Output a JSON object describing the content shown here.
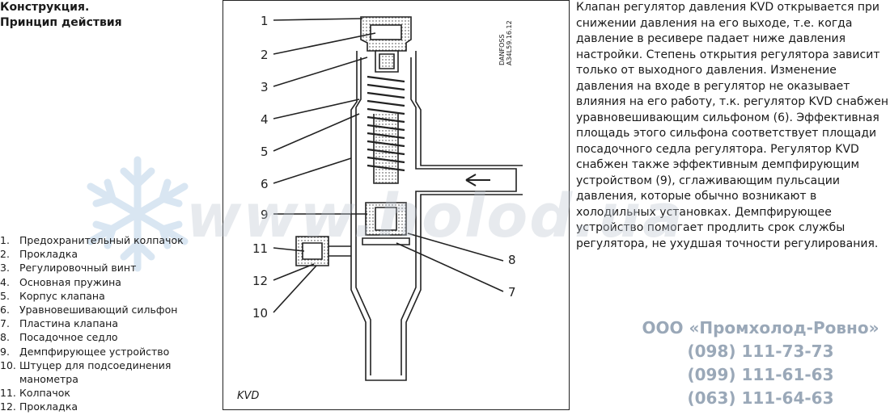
{
  "heading": {
    "line1": "Конструкция.",
    "line2": "Принцип действия"
  },
  "parts": [
    {
      "n": "1.",
      "t": "Предохранительный колпачок"
    },
    {
      "n": "2.",
      "t": "Прокладка"
    },
    {
      "n": "3.",
      "t": "Регулировочный винт"
    },
    {
      "n": "4.",
      "t": "Основная пружина"
    },
    {
      "n": "5.",
      "t": "Корпус клапана"
    },
    {
      "n": "6.",
      "t": "Уравновешивающий сильфон"
    },
    {
      "n": "7.",
      "t": "Пластина клапана"
    },
    {
      "n": "8.",
      "t": "Посадочное седло"
    },
    {
      "n": "9.",
      "t": "Демпфирующее устройство"
    },
    {
      "n": "10.",
      "t": "Штуцер для подсоединения манометра"
    },
    {
      "n": "11.",
      "t": "Колпачок"
    },
    {
      "n": "12.",
      "t": "Прокладка"
    }
  ],
  "figure": {
    "caption": "KVD",
    "code_line1": "DANFOSS",
    "code_line2": "A34L59.16.12",
    "callouts": [
      "1",
      "2",
      "3",
      "4",
      "5",
      "6",
      "9",
      "11",
      "12",
      "10",
      "8",
      "7"
    ]
  },
  "description": "Клапан регулятор давления KVD открывается при снижении давления на его выходе, т.е. когда давление в ресивере падает ниже давления настройки. Степень открытия регулятора зависит только от выходного давления. Изменение давления на входе в регулятор не оказывает влияния на его работу, т.к. регулятор KVD снабжен уравновешивающим сильфоном (6). Эффективная площадь этого сильфона соответствует площади посадочного седла регулятора. Регулятор KVD снабжен также эффективным демпфирующим устройством (9), сглаживающим пульсации давления, которые обычно возникают в холодильных установках. Демпфирующее устройство помогает продлить срок службы регулятора, не ухудшая точности регулирования.",
  "watermark": "www.holod.ua",
  "contacts": [
    "ООО «Промхолод-Ровно»",
    "(098) 111-73-73",
    "(099) 111-61-63",
    "(063) 111-64-63"
  ]
}
